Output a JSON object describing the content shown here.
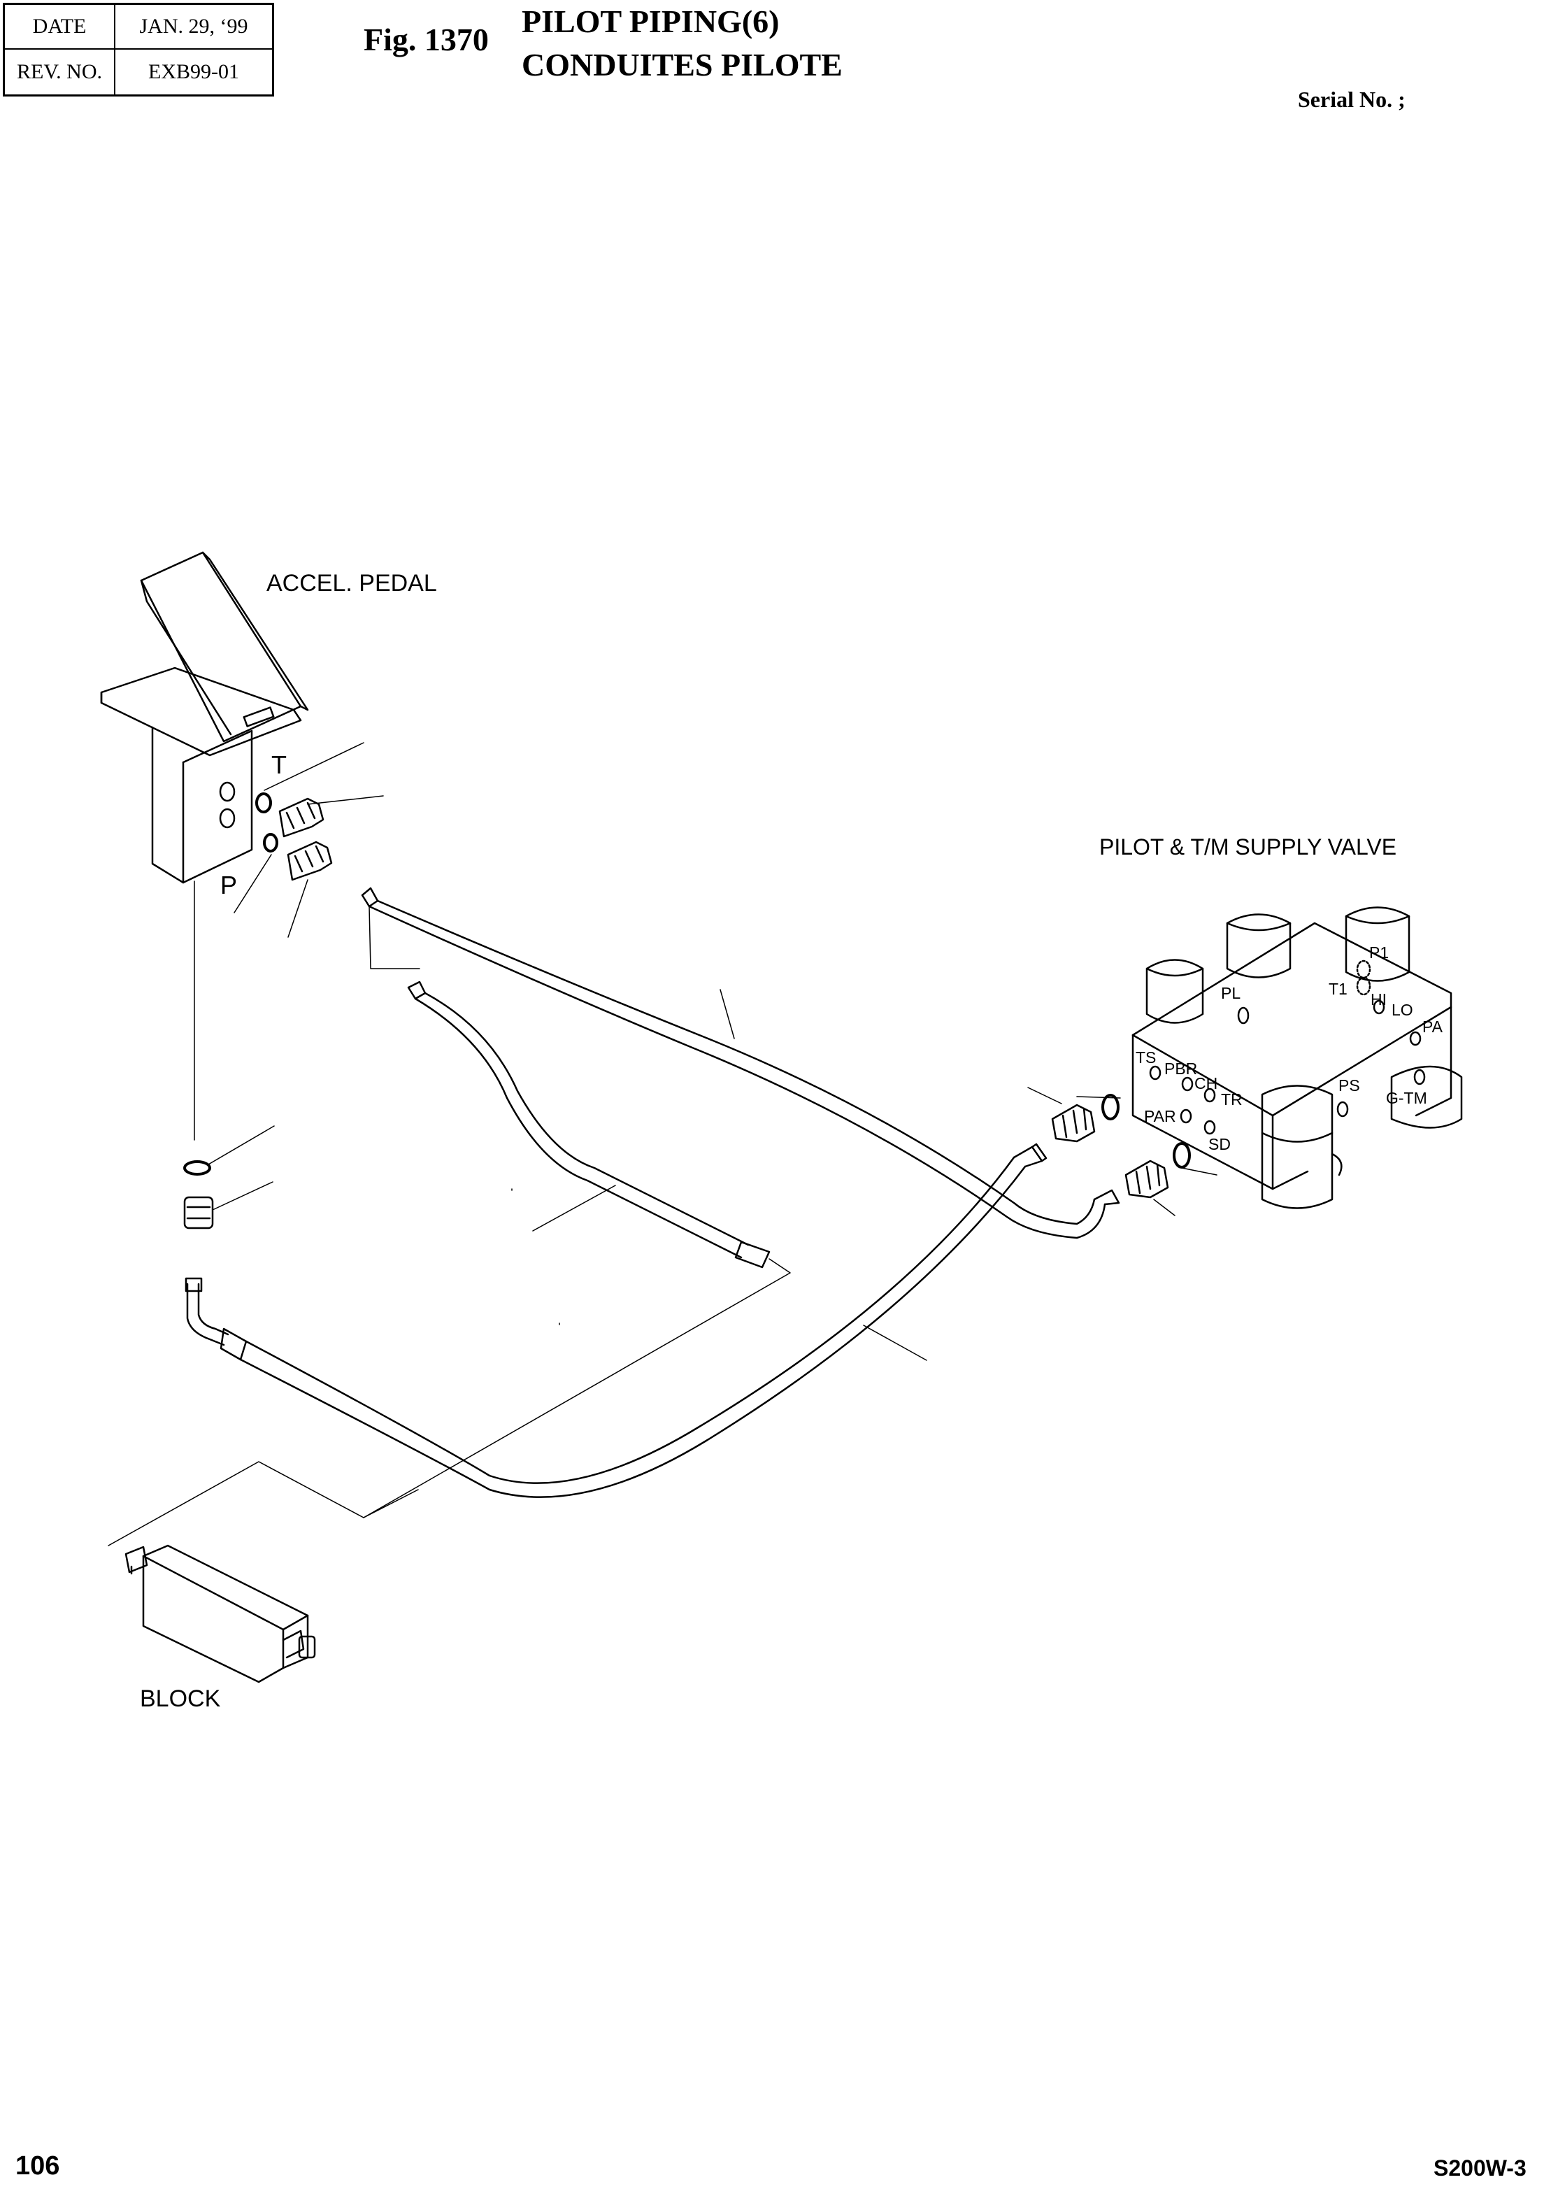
{
  "header": {
    "date_label": "DATE",
    "date_value": "JAN. 29, ‘99",
    "rev_label": "REV. NO.",
    "rev_value": "EXB99-01"
  },
  "figure": {
    "number": "Fig. 1370",
    "title_en": "PILOT PIPING(6)",
    "title_fr": "CONDUITES PILOTE",
    "serial": "Serial No. ;"
  },
  "labels": {
    "accel_pedal": "ACCEL. PEDAL",
    "port_t": "T",
    "port_p": "P",
    "supply_valve": "PILOT & T/M SUPPLY VALVE",
    "block": "BLOCK",
    "ports": {
      "p1": "P1",
      "pl": "PL",
      "t1": "T1",
      "hi": "HI",
      "lo": "LO",
      "pa": "PA",
      "ts": "TS",
      "pbr": "PBR",
      "ch": "CH",
      "tr": "TR",
      "par": "PAR",
      "ps": "PS",
      "gtm": "G-TM",
      "sd": "SD"
    }
  },
  "footer": {
    "page": "106",
    "model": "S200W-3"
  }
}
